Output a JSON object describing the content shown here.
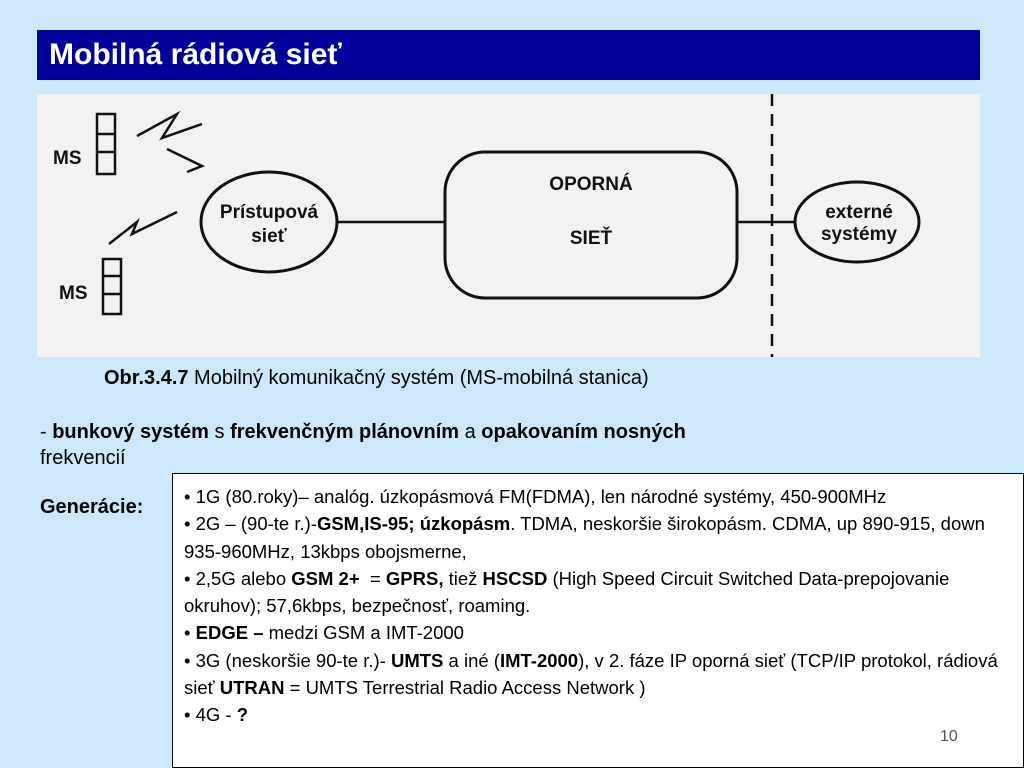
{
  "slide": {
    "title": "Mobilná rádiová sieť",
    "page_number": "10"
  },
  "figure": {
    "ms_label_1": "MS",
    "ms_label_2": "MS",
    "access_line1": "Prístupová",
    "access_line2": "sieť",
    "core_line1": "OPORNÁ",
    "core_line2": "SIEŤ",
    "ext_line1": "externé",
    "ext_line2": "systémy"
  },
  "caption": {
    "ref": "Obr.3.4.7",
    "text": " Mobilný komunikačný systém (MS-mobilná stanica)"
  },
  "cellular": {
    "prefix": "- ",
    "t1": "bunkový systém",
    "t2": " s ",
    "t3": "frekvenčným plánovním",
    "t4": " a ",
    "t5": "opakovaním nosných",
    "t6": " frekvencií"
  },
  "generations": {
    "label": "Generácie:",
    "g1": "• 1G (80.roky)– analóg. úzkopásmová FM(FDMA), len národné systémy, 450-900MHz",
    "g2_a": "• 2G – (90-te r.)-",
    "g2_b": "GSM,IS-95; úzkopásm",
    "g2_c": ". TDMA, neskoršie širokopásm. CDMA, up 890-915, down 935-960MHz, 13kbps obojsmerne,",
    "g25_a": "• 2,5G alebo ",
    "g25_b": "GSM 2+",
    "g25_c": "  = ",
    "g25_d": "GPRS,",
    "g25_e": " tiež ",
    "g25_f": "HSCSD",
    "g25_g": " (High Speed Circuit Switched Data-prepojovanie okruhov); 57,6kbps, bezpečnosť, roaming.",
    "edge_a": "• ",
    "edge_b": "EDGE –",
    "edge_c": " medzi GSM a IMT-2000",
    "g3_a": "• 3G (neskoršie 90-te r.)- ",
    "g3_b": "UMTS",
    "g3_c": " a iné (",
    "g3_d": "IMT-2000",
    "g3_e": "), v 2. fáze IP oporná sieť (TCP/IP protokol, rádiová sieť ",
    "g3_f": "UTRAN",
    "g3_g": " = UMTS Terrestrial Radio Access Network )",
    "g4_a": "• 4G - ",
    "g4_b": "?"
  }
}
